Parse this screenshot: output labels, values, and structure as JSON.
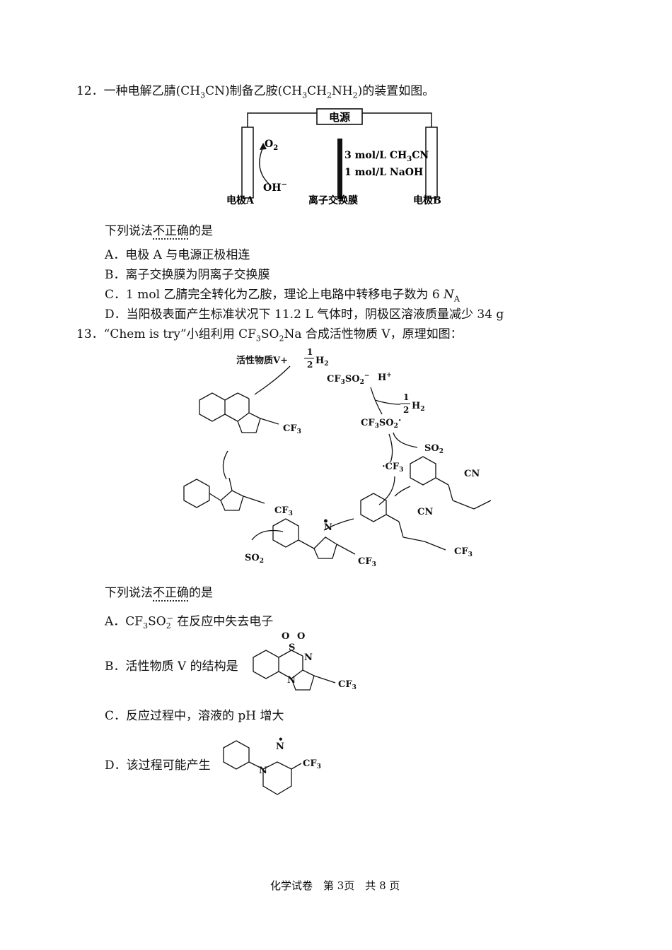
{
  "q12": {
    "number": "12．",
    "stem_pre": "一种电解乙腈(CH",
    "stem_s1": "3",
    "stem_mid1": "CN)制备乙胺(CH",
    "stem_s2": "3",
    "stem_mid2": "CH",
    "stem_s3": "2",
    "stem_mid3": "NH",
    "stem_s4": "2",
    "stem_post": ")的装置如图。",
    "diagram": {
      "power": "电源",
      "o2": "O",
      "o2_sub": "2",
      "oh": "OH",
      "oh_sup": "−",
      "sol1": "3 mol/L CH",
      "sol1_sub": "3",
      "sol1_end": "CN",
      "sol2": "1 mol/L NaOH",
      "electrode_a": "电极A",
      "membrane": "离子交换膜",
      "electrode_b": "电极B"
    },
    "prompt_a": "下列说法",
    "prompt_b": "不正确",
    "prompt_c": "的是",
    "options": {
      "A": "A．电极 A 与电源正极相连",
      "B": "B．离子交换膜为阴离子交换膜",
      "C_pre": "C．1 mol 乙腈完全转化为乙胺，理论上电路中转移电子数为 6 ",
      "C_na": "N",
      "C_na_sub": "A",
      "D": "D．当阳极表面产生标准状况下 11.2 L 气体时，阴极区溶液质量减少 34 g"
    }
  },
  "q13": {
    "number": "13．",
    "stem_pre": "“Chem is try”小组利用 CF",
    "stem_s1": "3",
    "stem_mid": "SO",
    "stem_s2": "2",
    "stem_post": "Na 合成活性物质 V，原理如图：",
    "scheme": {
      "top_label": "活性物质V+",
      "half_num": "1",
      "half_den": "2",
      "h2": "H",
      "h2_sub": "2",
      "cf3so2": "CF",
      "cf3so2_mid": "SO",
      "hplus": "H",
      "so2": "SO",
      "cf3": "CF",
      "cn": "CN",
      "n": "N",
      "s": "S",
      "o": "O"
    },
    "prompt_a": "下列说法",
    "prompt_b": "不正确",
    "prompt_c": "的是",
    "options": {
      "A_pre": "A．CF",
      "A_s1": "3",
      "A_mid": "SO",
      "A_s2": "2",
      "A_sup": "−",
      "A_post": " 在反应中失去电子",
      "B": "B．活性物质 V 的结构是",
      "C": "C．反应过程中，溶液的 pH 增大",
      "D": "D．该过程可能产生"
    }
  },
  "footer": "化学试卷　第 3页　共 8 页"
}
